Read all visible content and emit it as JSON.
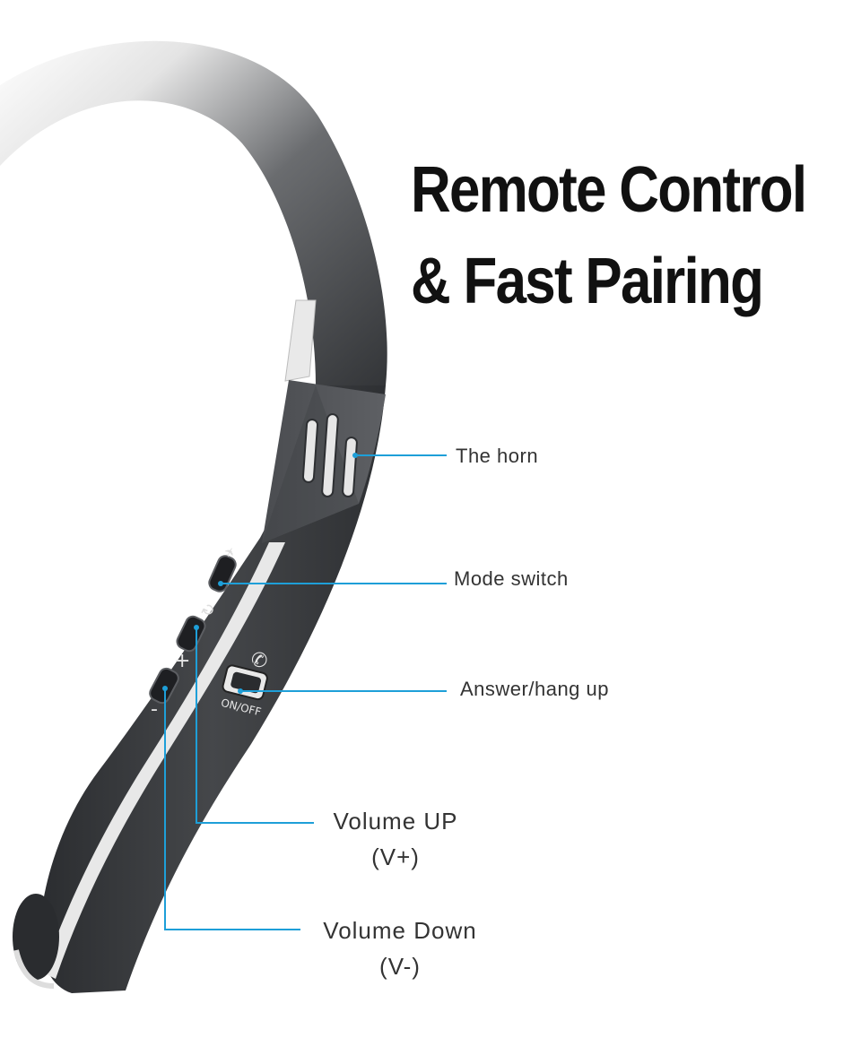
{
  "title": {
    "line1": "Remote Control",
    "line2": "& Fast Pairing"
  },
  "callouts": {
    "horn": "The horn",
    "mode_switch": "Mode switch",
    "answer": "Answer/hang up",
    "volume_up": {
      "line1": "Volume UP",
      "line2": "(V+)"
    },
    "volume_down": {
      "line1": "Volume Down",
      "line2": "(V-)"
    }
  },
  "device_markings": {
    "on_off": "ON/OFF",
    "plus": "+",
    "minus": "-"
  },
  "colors": {
    "leader_line": "#1e9fd8",
    "title": "#111111",
    "body": "#3a3c3f",
    "band": "#d8d8d8",
    "label": "#333333"
  }
}
